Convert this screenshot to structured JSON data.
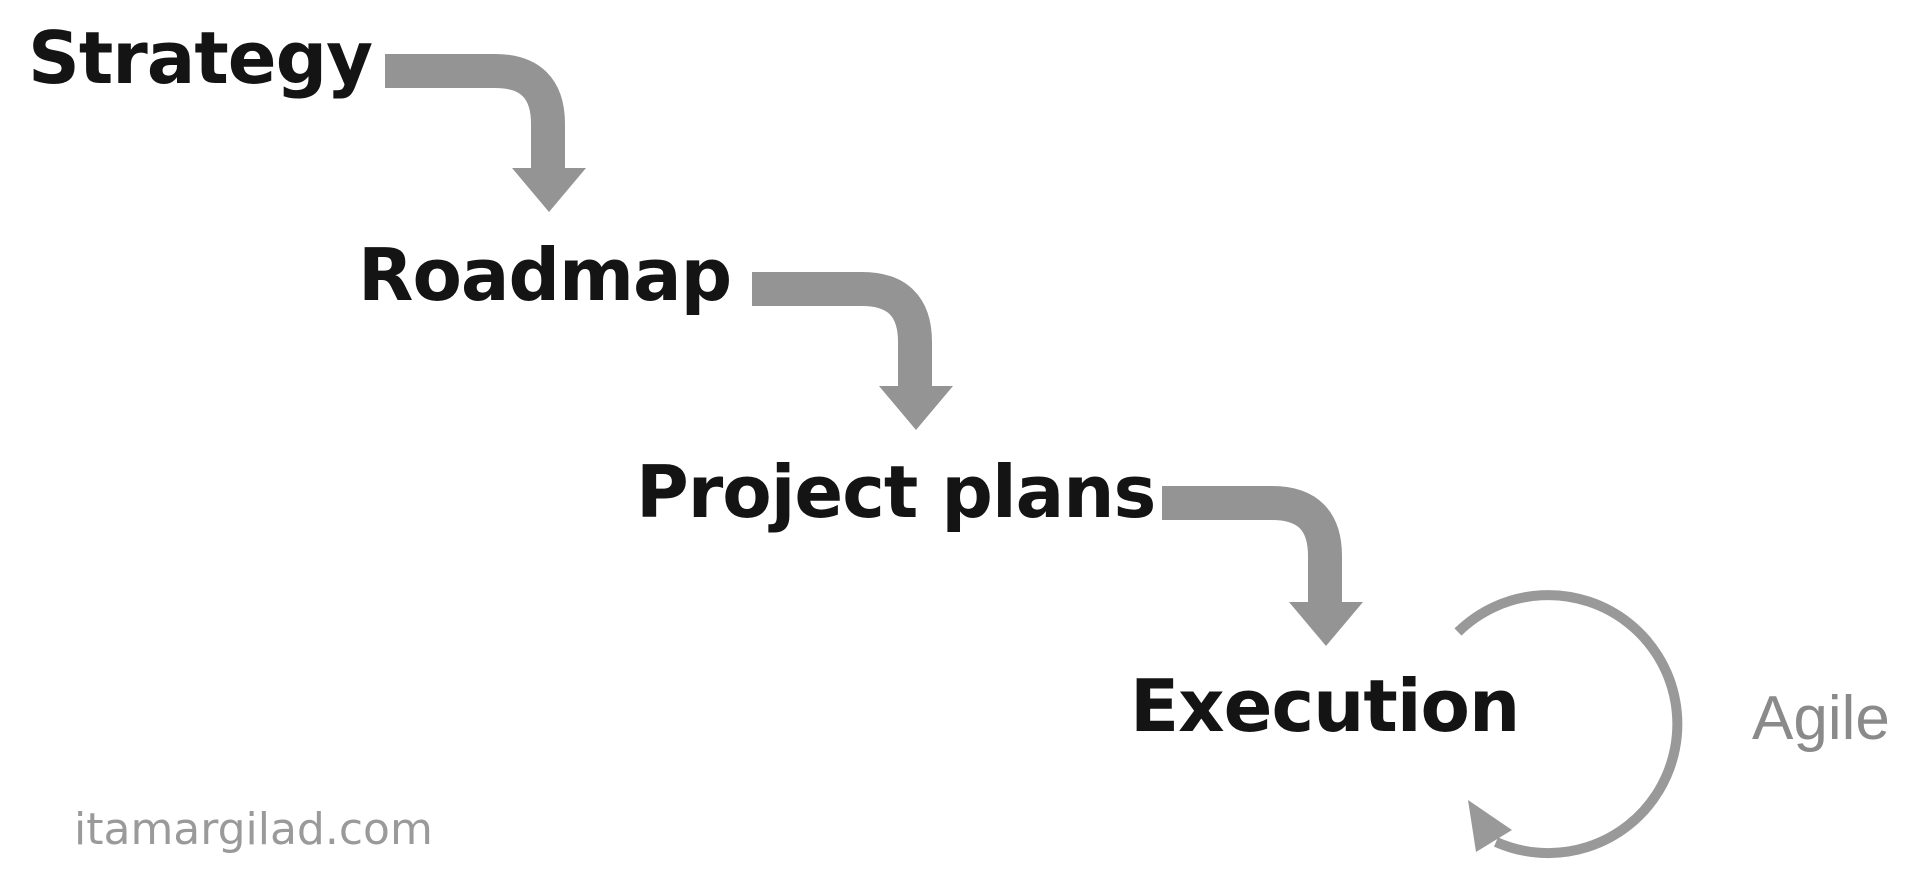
{
  "steps": [
    {
      "label": "Strategy"
    },
    {
      "label": "Roadmap"
    },
    {
      "label": "Project plans"
    },
    {
      "label": "Execution"
    }
  ],
  "loop_label": "Agile",
  "footer": "itamargilad.com",
  "colors": {
    "text": "#141414",
    "arrow": "#949494",
    "loop": "#999999",
    "loop_label": "#8a8a8a",
    "footer": "#9a9a9a",
    "background": "#ffffff"
  }
}
